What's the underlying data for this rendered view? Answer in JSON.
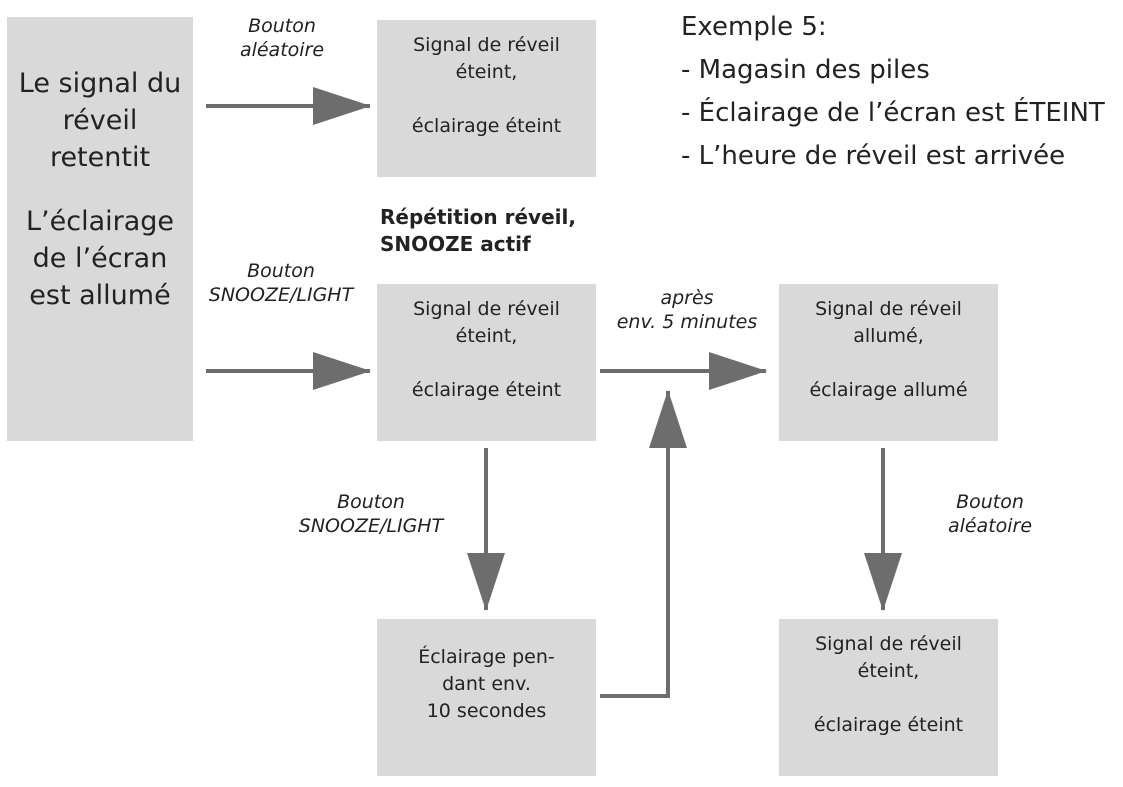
{
  "info": {
    "title": "Exemple 5:",
    "items": [
      "- Magasin des piles",
      "- Éclairage de l’écran est ÉTEINT",
      "- L’heure de réveil est arrivée"
    ]
  },
  "boxes": {
    "start": {
      "line1": "Le signal du",
      "line2": "réveil",
      "line3": "retentit",
      "line4": "L’éclairage",
      "line5": "de l’écran",
      "line6": "est allumé"
    },
    "off_top": {
      "line1": "Signal de réveil",
      "line2": "éteint,",
      "line3": "éclairage éteint"
    },
    "snooze": {
      "line1": "Signal de réveil",
      "line2": "éteint,",
      "line3": "éclairage éteint"
    },
    "light": {
      "line1": "Éclairage pen-",
      "line2": "dant env.",
      "line3": "10 secondes"
    },
    "on": {
      "line1": "Signal de réveil",
      "line2": "allumé,",
      "line3": "éclairage allumé"
    },
    "off_bottom": {
      "line1": "Signal de réveil",
      "line2": "éteint,",
      "line3": "éclairage éteint"
    }
  },
  "labels": {
    "random_top": {
      "line1": "Bouton",
      "line2": "aléatoire"
    },
    "snooze_light_mid": {
      "line1": "Bouton",
      "line2": "SNOOZE/LIGHT"
    },
    "snooze_light_down": {
      "line1": "Bouton",
      "line2": "SNOOZE/LIGHT"
    },
    "after_5min": {
      "line1": "après",
      "line2": "env. 5 minutes"
    },
    "random_bottom": {
      "line1": "Bouton",
      "line2": "aléatoire"
    },
    "repeat": {
      "line1": "Répétition réveil,",
      "line2": "SNOOZE actif"
    }
  },
  "colors": {
    "box": "#d9d9d9",
    "arrow": "#6d6d6d"
  }
}
